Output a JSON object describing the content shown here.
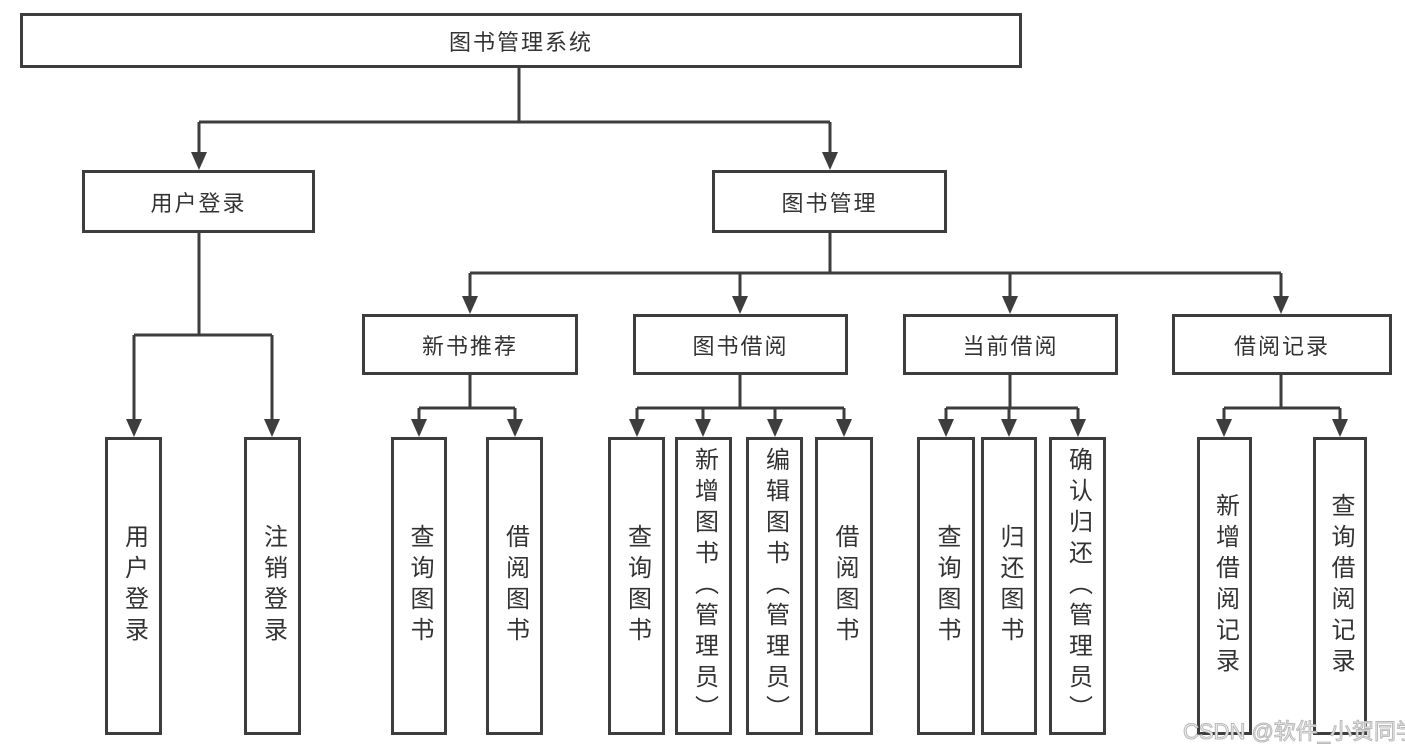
{
  "diagram": {
    "title": "图书管理系统",
    "watermark": "CSDN @软件_小贺同学",
    "colors": {
      "line": "#3d3d3d",
      "text": "#333333",
      "background": "#ffffff"
    },
    "tree": {
      "label": "图书管理系统",
      "children": [
        {
          "label": "用户登录",
          "children": [
            {
              "label": "用户登录"
            },
            {
              "label": "注销登录"
            }
          ]
        },
        {
          "label": "图书管理",
          "children": [
            {
              "label": "新书推荐",
              "children": [
                {
                  "label": "查询图书"
                },
                {
                  "label": "借阅图书"
                }
              ]
            },
            {
              "label": "图书借阅",
              "children": [
                {
                  "label": "查询图书"
                },
                {
                  "label": "新增图书（管理员）"
                },
                {
                  "label": "编辑图书（管理员）"
                },
                {
                  "label": "借阅图书"
                }
              ]
            },
            {
              "label": "当前借阅",
              "children": [
                {
                  "label": "查询图书"
                },
                {
                  "label": "归还图书"
                },
                {
                  "label": "确认归还（管理员）"
                }
              ]
            },
            {
              "label": "借阅记录",
              "children": [
                {
                  "label": "新增借阅记录"
                },
                {
                  "label": "查询借阅记录"
                }
              ]
            }
          ]
        }
      ]
    }
  }
}
